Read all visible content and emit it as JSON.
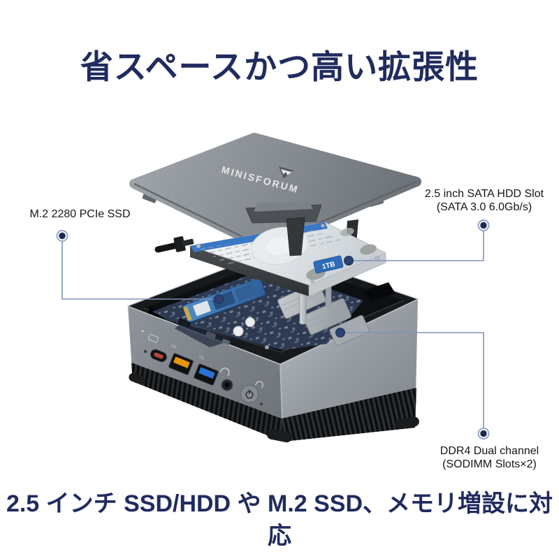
{
  "title": "省スペースかつ高い拡張性",
  "caption": "2.5 インチ SSD/HDD や M.2 SSD、メモリ増設に対応",
  "callouts": {
    "m2": {
      "label": "M.2 2280 PCIe SSD"
    },
    "sata_slot": {
      "line1": "2.5 inch SATA HDD Slot",
      "line2": "(SATA 3.0 6.0Gb/s)"
    },
    "ddr4": {
      "line1": "DDR4 Dual channel",
      "line2": "(SODIMM Slots×2)"
    }
  },
  "product": {
    "brand_logo_text": "MINISFORUM",
    "hdd_capacity_label": "1TB"
  },
  "colors": {
    "heading_navy": "#202b5e",
    "label_text": "#151515",
    "callout_line": "#8093b8",
    "marker_dot_navy": "#1c2a52",
    "usb_a_orange": "#e8940d",
    "usb_a_blue": "#2a72d4",
    "usb_c_red": "#b5423c",
    "m2_ssd_blue": "#3a77c4",
    "hdd_label_blue": "#2e6cb8"
  }
}
